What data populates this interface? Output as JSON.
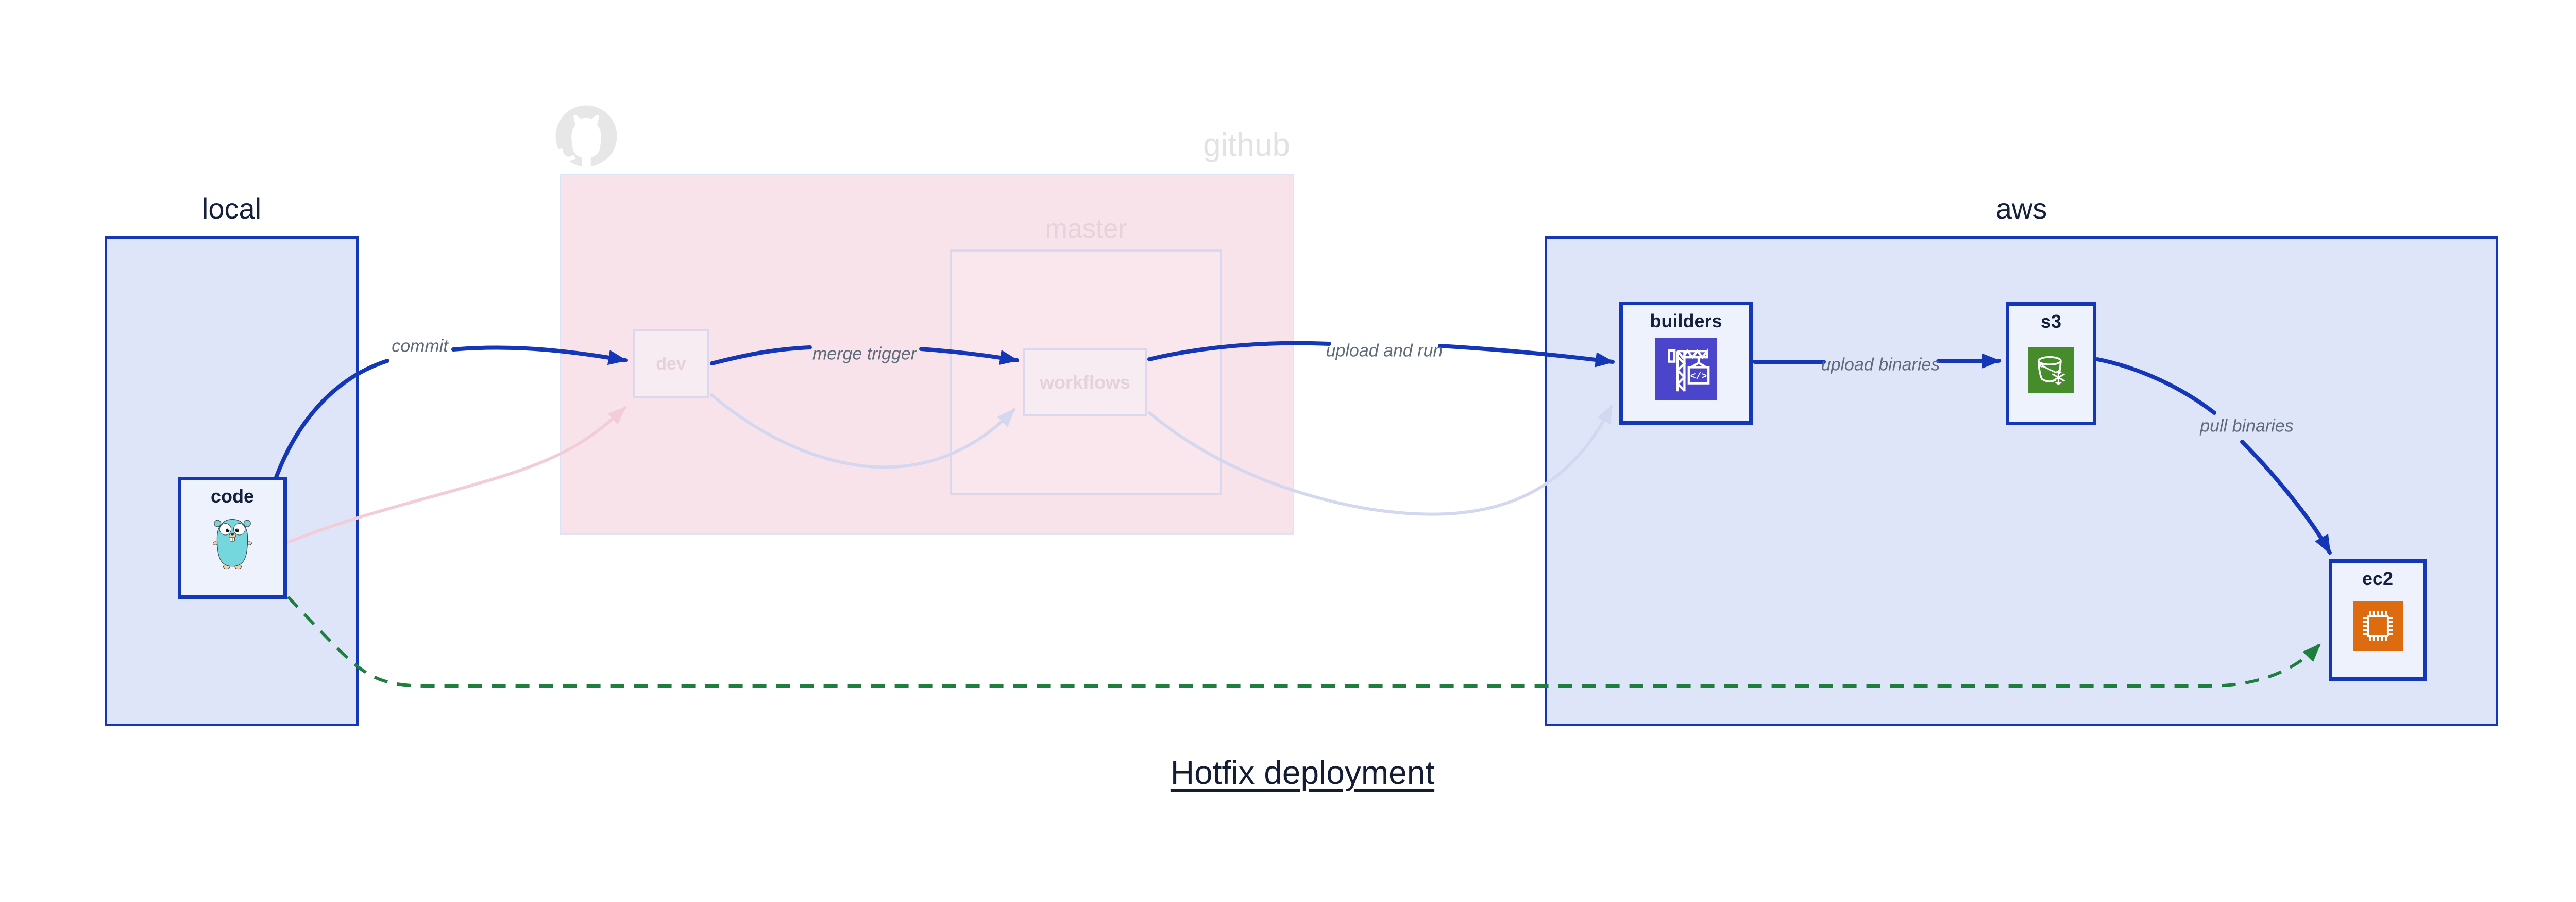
{
  "title": "Hotfix deployment",
  "groups": {
    "local": {
      "label": "local"
    },
    "github": {
      "label": "github",
      "master": {
        "label": "master"
      }
    },
    "aws": {
      "label": "aws"
    }
  },
  "nodes": {
    "code": {
      "label": "code",
      "icon": "go-gopher"
    },
    "dev": {
      "label": "dev"
    },
    "workflows": {
      "label": "workflows"
    },
    "builders": {
      "label": "builders",
      "icon": "aws-codebuild",
      "icon_glyph": "</>"
    },
    "s3": {
      "label": "s3",
      "icon": "aws-s3-glacier"
    },
    "ec2": {
      "label": "ec2",
      "icon": "aws-ec2-chip"
    }
  },
  "edges": {
    "commit": {
      "label": "commit"
    },
    "merge_trigger": {
      "label": "merge trigger"
    },
    "upload_and_run": {
      "label": "upload and run"
    },
    "upload_binaries": {
      "label": "upload binaries"
    },
    "pull_binaries": {
      "label": "pull binaries"
    }
  },
  "colors": {
    "arrow_blue": "#1437b7",
    "arrow_green": "#1e7e3e",
    "group_fill_blue": "#dee5f8",
    "group_fill_pink": "#f9e3ea",
    "node_fill": "#eef2fc",
    "faded_border": "#dbd7ec",
    "codebuild_purple": "#4b45cb",
    "s3_green": "#478c2a",
    "ec2_orange": "#dd6b10",
    "gopher_teal": "#73d7dd"
  }
}
